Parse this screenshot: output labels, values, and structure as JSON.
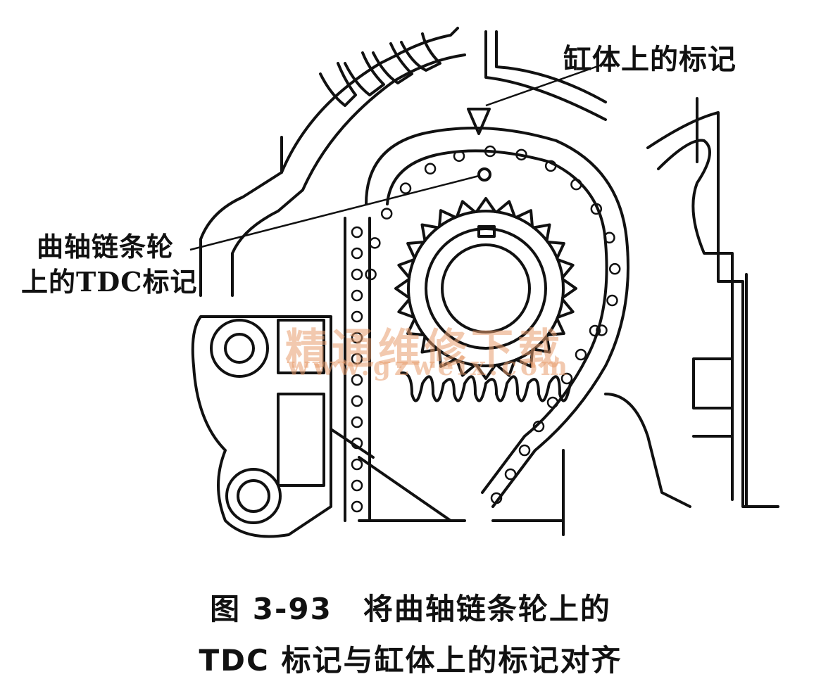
{
  "labels": {
    "block_mark": "缸体上的标记",
    "crank_mark_line1": "曲轴链条轮",
    "crank_mark_line2": "上的TDC标记"
  },
  "caption": {
    "line1": "图 3-93　将曲轴链条轮上的",
    "line2": "TDC 标记与缸体上的标记对齐"
  },
  "watermark": {
    "text": "精通维修下载",
    "url": "www.gzweix.com",
    "color": "#e89c6e"
  },
  "colors": {
    "line": "#111111",
    "background": "#ffffff"
  }
}
